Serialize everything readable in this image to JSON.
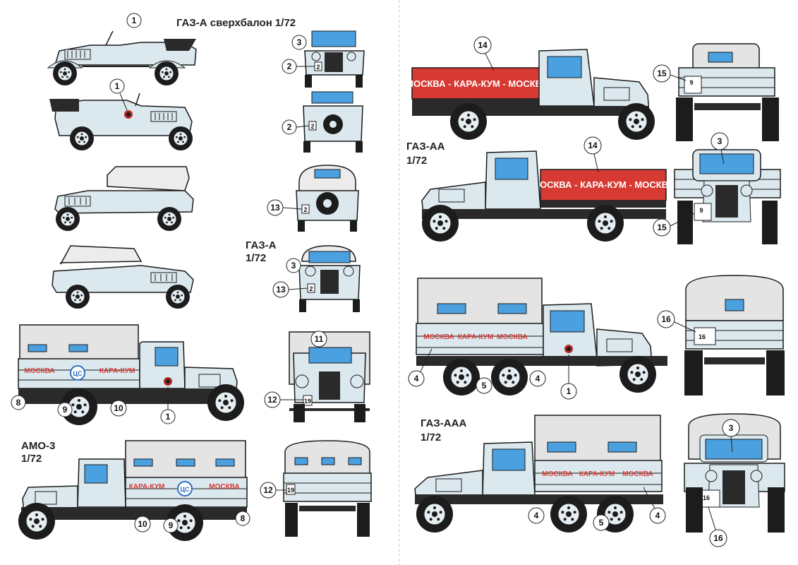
{
  "titles": {
    "gaza_superballoon": "ГАЗ-А сверхбалон  1/72",
    "gaza_name": "ГАЗ-А",
    "gaza_scale": "1/72",
    "amo3_name": "АМО-3",
    "amo3_scale": "1/72",
    "gazaa_name": "ГАЗ-АА",
    "gazaa_scale": "1/72",
    "gazaaa_name": "ГАЗ-ААА",
    "gazaaa_scale": "1/72"
  },
  "signs": {
    "long": "МОСКВА - КАРА-КУМ - МОСКВА",
    "moskva": "МОСКВА",
    "karakum": "КАРА-КУМ"
  },
  "plates": {
    "n2": "2",
    "n9": "9",
    "n16": "16",
    "n19": "19"
  },
  "callouts": {
    "c1": "1",
    "c2": "2",
    "c3": "3",
    "c4": "4",
    "c5": "5",
    "c8": "8",
    "c9": "9",
    "c10": "10",
    "c11": "11",
    "c12": "12",
    "c13": "13",
    "c14": "14",
    "c15": "15",
    "c16": "16"
  },
  "colors": {
    "body": "#dbe8ee",
    "outline": "#1a1a1a",
    "glass": "#4ba0e0",
    "tarp": "#e4e4e4",
    "sign_red": "#d63a32",
    "chassis": "#2a2a2a",
    "divider": "#c8c8c8"
  }
}
